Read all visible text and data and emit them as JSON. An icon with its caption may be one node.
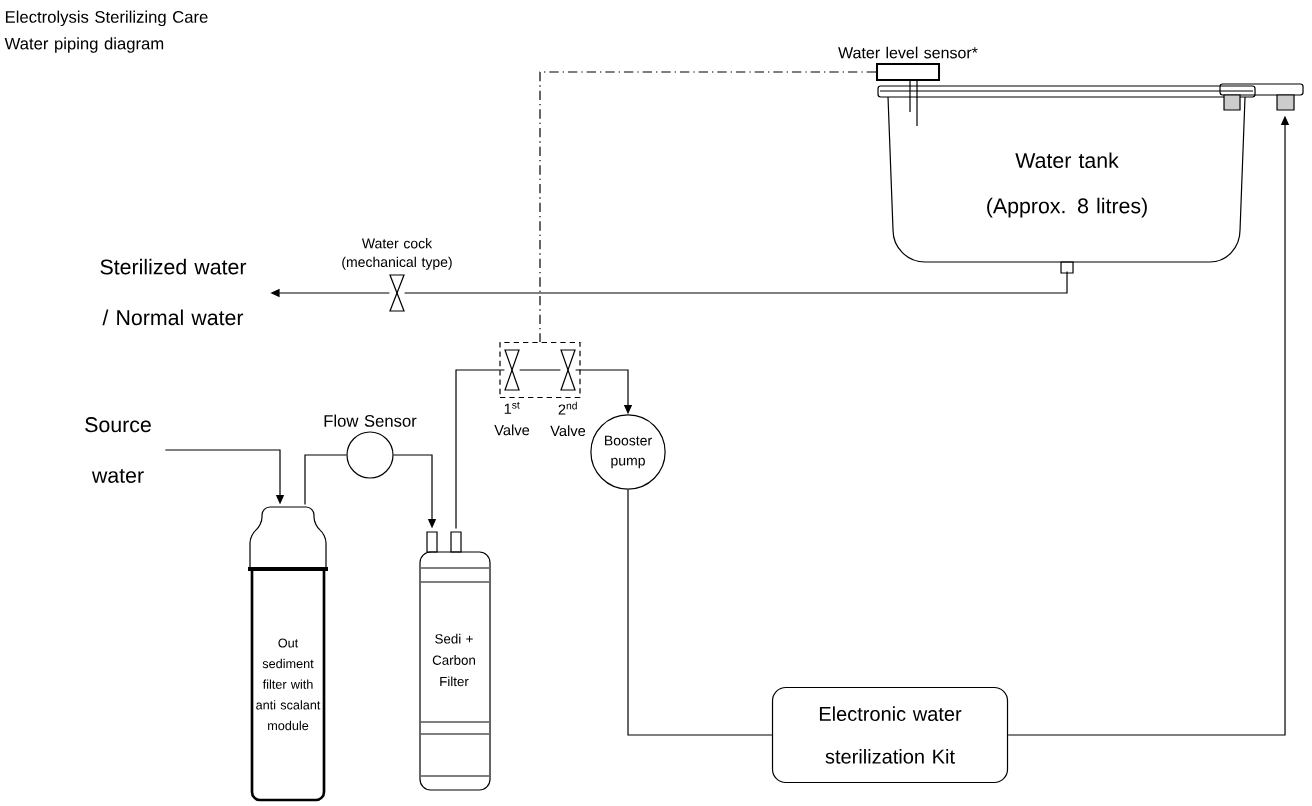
{
  "diagram": {
    "title": "Electrolysis Sterilizing Care Water piping diagram",
    "nodes": [
      {
        "text": [
          "Water level sensor*"
        ]
      },
      {
        "text": [
          "Water tank",
          "(Approx. 8 litres)"
        ]
      },
      {
        "text": [],
        "shape": "faucet"
      },
      {
        "text": [
          "Sterilized water / Normal water"
        ]
      },
      {
        "text": [
          "Water cock (mechanical type)"
        ]
      },
      {
        "text": [],
        "shape": "box"
      },
      {
        "text": [
          "1$^{st}$ Valve"
        ],
        "in": 5
      },
      {
        "text": [
          "2$^{nd}$ Valve"
        ],
        "in": 5
      },
      {
        "text": [
          "Booster pump"
        ]
      },
      {
        "text": [
          "Source water"
        ]
      },
      {
        "text": [
          "Flow Sensor"
        ]
      },
      {
        "text": [
          "Out sediment filter with anti scalant module"
        ]
      },
      {
        "text": [
          "Sedi + Carbon Filter"
        ]
      },
      {
        "text": [
          "Electronic water sterilization Kit"
        ]
      }
    ],
    "edges": [
      {
        "from": 9,
        "to": 11,
        "arrow": "to"
      },
      {
        "from": 11,
        "to": 10,
        "arrow": "none"
      },
      {
        "from": 10,
        "to": 12,
        "arrow": "to"
      },
      {
        "from": 12,
        "to": 6,
        "arrow": "none"
      },
      {
        "from": 6,
        "to": 7,
        "arrow": "none"
      },
      {
        "from": 7,
        "to": 8,
        "arrow": "to"
      },
      {
        "from": 8,
        "to": 13,
        "arrow": "none"
      },
      {
        "from": 13,
        "to": 2,
        "arrow": "to"
      },
      {
        "from": 1,
        "to": 4,
        "arrow": "none"
      },
      {
        "from": 4,
        "to": 3,
        "arrow": "to"
      },
      {
        "from": 0,
        "to": 5,
        "arrow": "none",
        "style": "dashed"
      }
    ]
  }
}
